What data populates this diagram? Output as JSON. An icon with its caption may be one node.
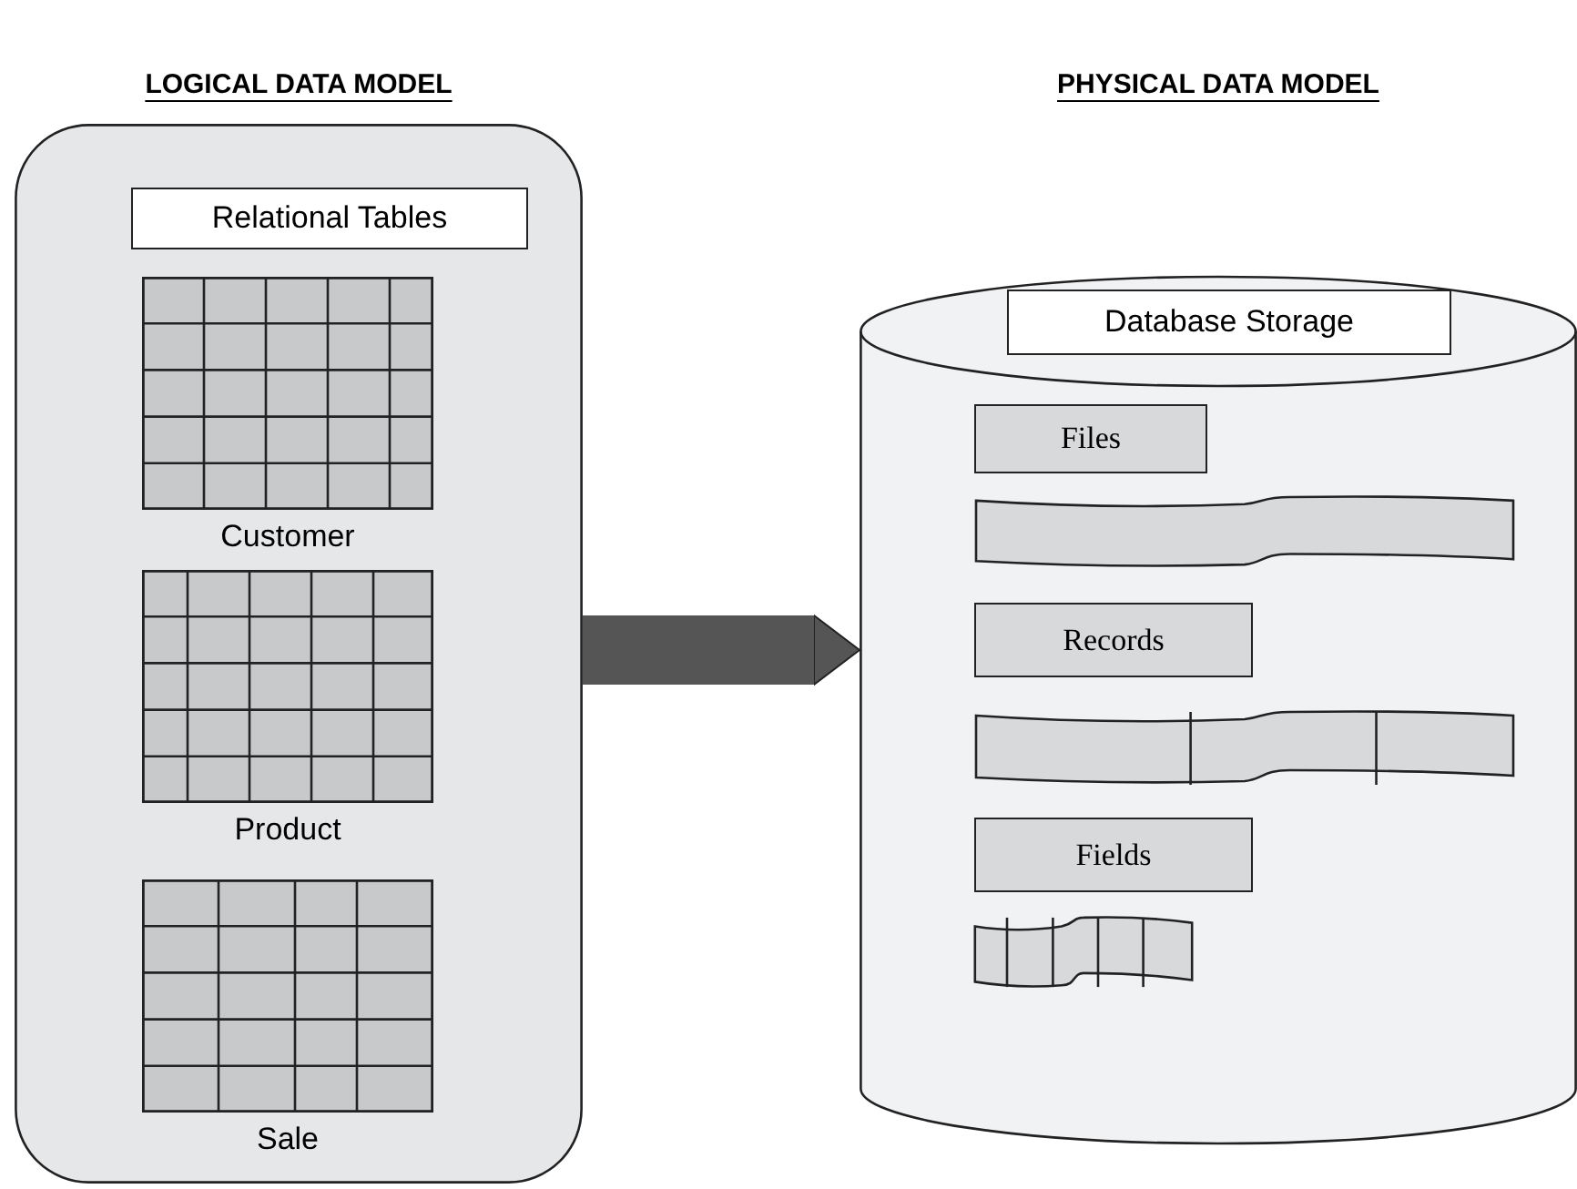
{
  "diagram": {
    "nodes": [
      {
        "text": [
          "LOGICAL DATA MODEL"
        ]
      },
      {
        "text": [
          "Relational Tables"
        ],
        "in": 0
      },
      {
        "text": [
          "Customer"
        ],
        "in": 0
      },
      {
        "text": [
          "Product"
        ],
        "in": 0
      },
      {
        "text": [
          "Sale"
        ],
        "in": 0
      },
      {
        "text": [],
        "shape": "cylinder"
      },
      {
        "text": [
          "Database Storage"
        ],
        "in": 5
      },
      {
        "text": [
          "Files"
        ],
        "in": 5
      },
      {
        "text": [],
        "shape": "bar",
        "in": 5
      },
      {
        "text": [
          "Records"
        ],
        "in": 5
      },
      {
        "text": [],
        "shape": "bar",
        "in": 5
      },
      {
        "text": [
          "Fields"
        ],
        "in": 5
      },
      {
        "text": [],
        "shape": "bar",
        "in": 5
      }
    ],
    "edges": [
      {
        "from": 0,
        "to": 5,
        "arrow": "to"
      }
    ],
    "labels": [
      "PHYSICAL DATA MODEL"
    ]
  }
}
